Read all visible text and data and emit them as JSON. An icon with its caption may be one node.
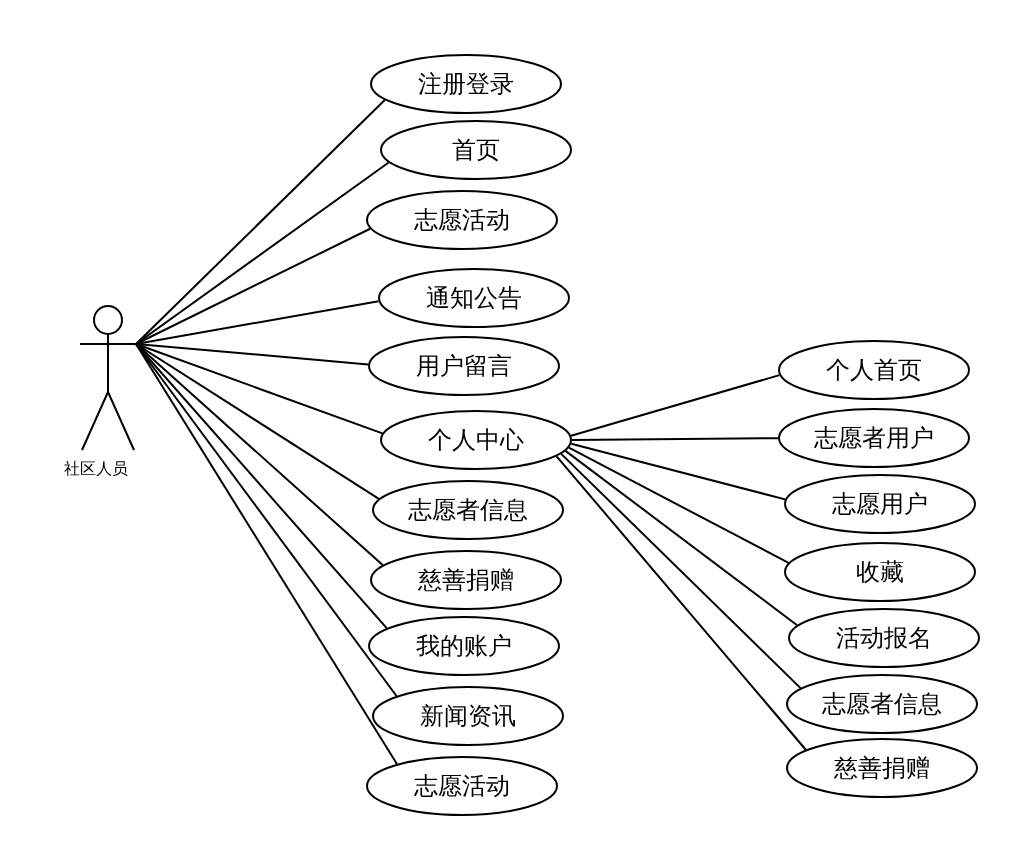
{
  "diagram": {
    "nodes": [
      {
        "text": [
          "社区人员"
        ]
      },
      {
        "text": [
          "注册登录"
        ]
      },
      {
        "text": [
          "首页"
        ]
      },
      {
        "text": [
          "志愿活动"
        ]
      },
      {
        "text": [
          "通知公告"
        ]
      },
      {
        "text": [
          "用户留言"
        ]
      },
      {
        "text": [
          "个人中心"
        ]
      },
      {
        "text": [
          "志愿者信息"
        ]
      },
      {
        "text": [
          "慈善捐赠"
        ]
      },
      {
        "text": [
          "我的账户"
        ]
      },
      {
        "text": [
          "新闻资讯"
        ]
      },
      {
        "text": [
          "志愿活动"
        ]
      },
      {
        "text": [
          "个人首页"
        ]
      },
      {
        "text": [
          "志愿者用户"
        ]
      },
      {
        "text": [
          "志愿用户"
        ]
      },
      {
        "text": [
          "收藏"
        ]
      },
      {
        "text": [
          "活动报名"
        ]
      },
      {
        "text": [
          "志愿者信息"
        ]
      },
      {
        "text": [
          "慈善捐赠"
        ]
      }
    ],
    "edges": [
      {
        "from": 0,
        "to": 1,
        "arrow": "none"
      },
      {
        "from": 0,
        "to": 2,
        "arrow": "none"
      },
      {
        "from": 0,
        "to": 3,
        "arrow": "none"
      },
      {
        "from": 0,
        "to": 4,
        "arrow": "none"
      },
      {
        "from": 0,
        "to": 5,
        "arrow": "none"
      },
      {
        "from": 0,
        "to": 6,
        "arrow": "none"
      },
      {
        "from": 0,
        "to": 7,
        "arrow": "none"
      },
      {
        "from": 0,
        "to": 8,
        "arrow": "none"
      },
      {
        "from": 0,
        "to": 9,
        "arrow": "none"
      },
      {
        "from": 0,
        "to": 10,
        "arrow": "none"
      },
      {
        "from": 0,
        "to": 11,
        "arrow": "none"
      },
      {
        "from": 6,
        "to": 12,
        "arrow": "none"
      },
      {
        "from": 6,
        "to": 13,
        "arrow": "none"
      },
      {
        "from": 6,
        "to": 14,
        "arrow": "none"
      },
      {
        "from": 6,
        "to": 15,
        "arrow": "none"
      },
      {
        "from": 6,
        "to": 16,
        "arrow": "none"
      },
      {
        "from": 6,
        "to": 17,
        "arrow": "none"
      },
      {
        "from": 6,
        "to": 18,
        "arrow": "none"
      }
    ]
  }
}
